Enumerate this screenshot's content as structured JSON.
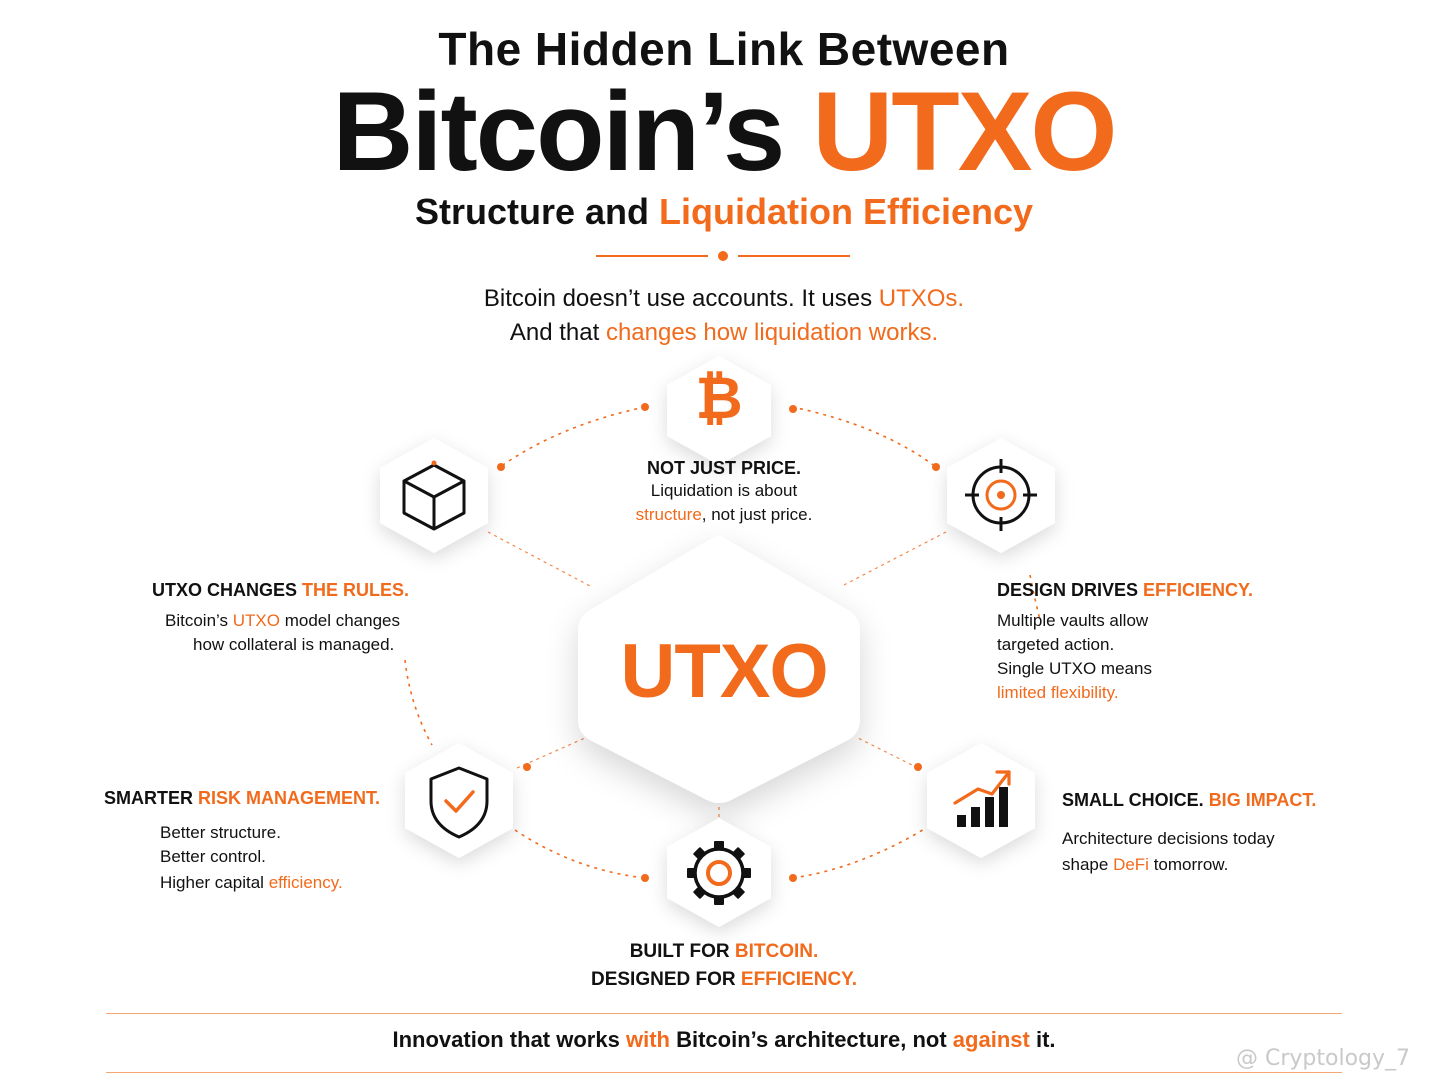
{
  "title": {
    "line1": "The Hidden Link Between",
    "line2_dark": "Bitcoin’s",
    "line2_accent": "UTXO",
    "line3_dark": "Structure and",
    "line3_accent": "Liquidation Efficiency"
  },
  "intro": {
    "line1_dark": "Bitcoin doesn’t use accounts. It uses",
    "line1_accent": "UTXOs.",
    "line2_dark": "And that",
    "line2_accent": "changes how liquidation works."
  },
  "center": {
    "label": "UTXO"
  },
  "nodes": {
    "top": {
      "icon": "bitcoin-icon",
      "title": "NOT JUST PRICE.",
      "text1": "Liquidation is about",
      "text2_accent": "structure",
      "text2_dark": ", not just price."
    },
    "left": {
      "icon": "cube-icon",
      "title_dark": "UTXO CHANGES",
      "title_accent": "THE RULES.",
      "text1_a": "Bitcoin’s",
      "text1_accent": "UTXO",
      "text1_b": "model changes",
      "text2": "how collateral is managed."
    },
    "right": {
      "icon": "target-icon",
      "title_dark": "DESIGN DRIVES",
      "title_accent": "EFFICIENCY.",
      "text1": "Multiple vaults allow",
      "text2": "targeted action.",
      "text3": "Single UTXO means",
      "text4_accent": "limited flexibility."
    },
    "bottom_left": {
      "icon": "shield-check-icon",
      "title_dark": "SMARTER",
      "title_accent": "RISK MANAGEMENT.",
      "text1": "Better structure.",
      "text2": "Better control.",
      "text3_dark": "Higher capital",
      "text3_accent": "efficiency."
    },
    "bottom_right": {
      "icon": "growth-chart-icon",
      "title_dark": "SMALL CHOICE.",
      "title_accent": "BIG IMPACT.",
      "text1": "Architecture decisions today",
      "text2_dark": "shape",
      "text2_accent": "DeFi",
      "text2_b": "tomorrow."
    },
    "bottom": {
      "icon": "gear-icon",
      "line1_dark": "BUILT FOR",
      "line1_accent": "BITCOIN.",
      "line2_dark": "DESIGNED FOR",
      "line2_accent": "EFFICIENCY."
    }
  },
  "footer": {
    "a": "Innovation that works",
    "b_accent": "with",
    "c": "Bitcoin’s architecture, not",
    "d_accent": "against",
    "e": "it."
  },
  "watermark": "@ Cryptology_7",
  "colors": {
    "accent": "#f26a1b",
    "text": "#111111",
    "line": "#f4a673"
  }
}
